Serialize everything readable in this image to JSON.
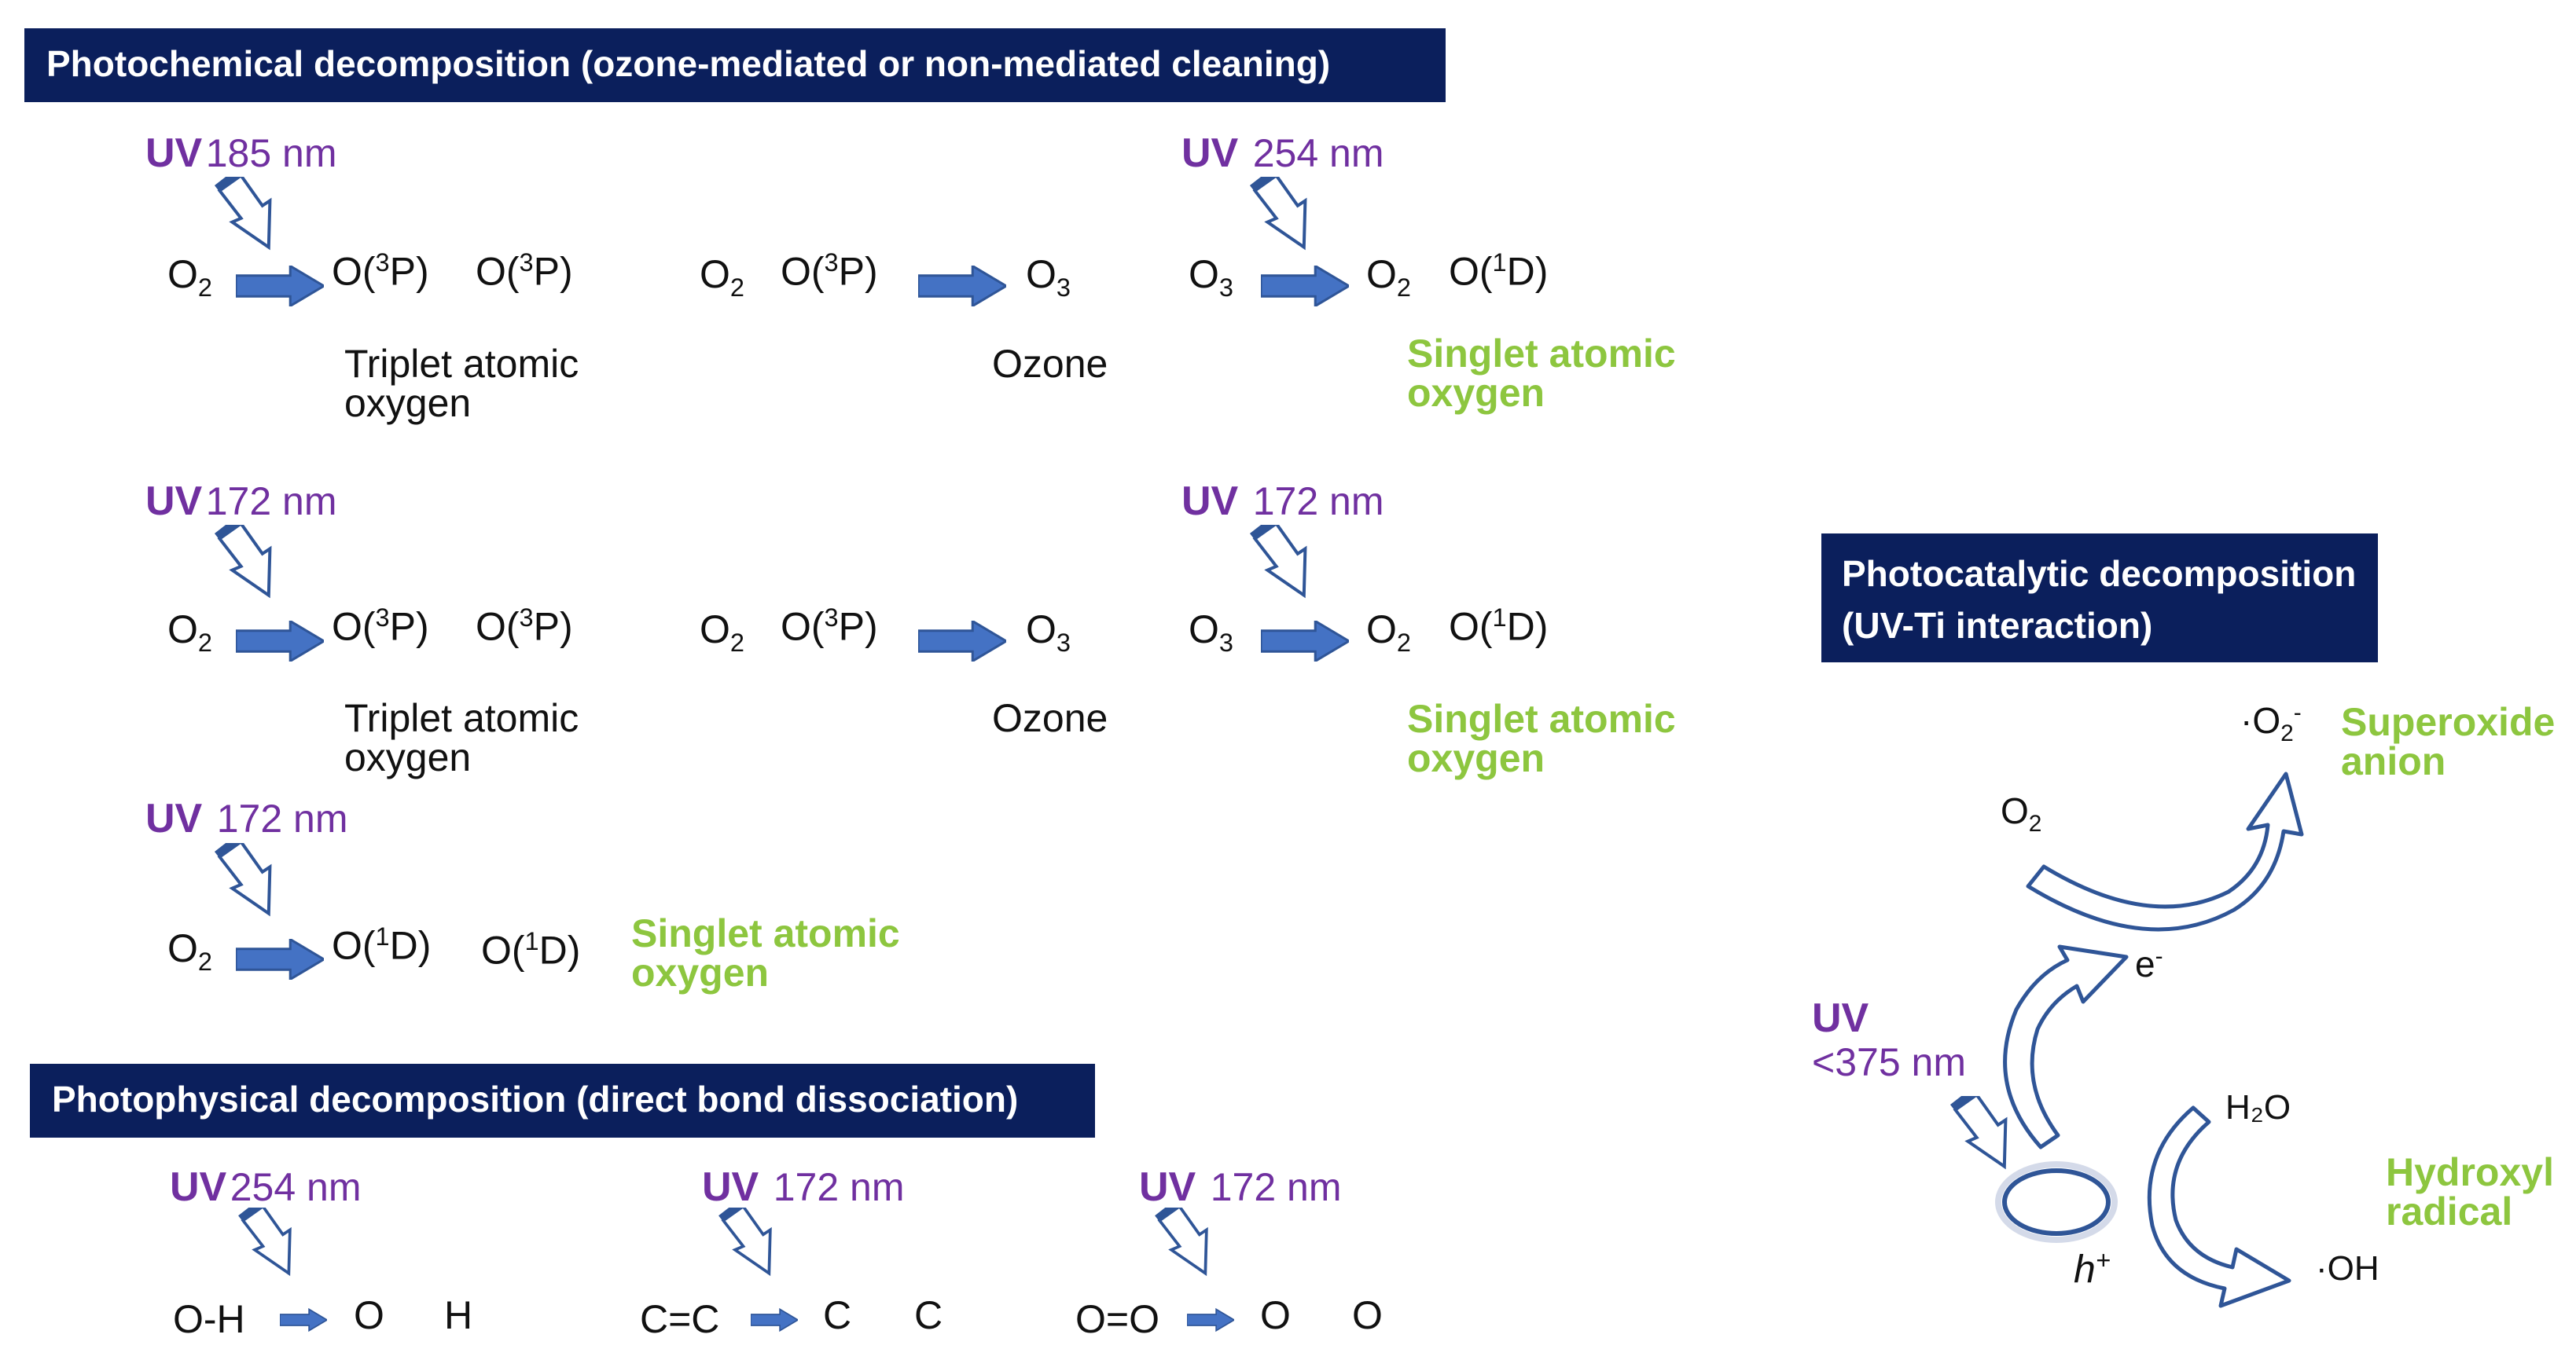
{
  "sections": {
    "photochemical_title": "Photochemical decomposition (ozone-mediated or non-mediated cleaning)",
    "photophysical_title": "Photophysical decomposition (direct bond dissociation)",
    "photocatalytic_title_line1": "Photocatalytic decomposition",
    "photocatalytic_title_line2": "(UV-Ti interaction)"
  },
  "uv_label": "UV",
  "photochemical": {
    "row1": {
      "wl_a": "185 nm",
      "wl_b": "254 nm",
      "label_triplet_1": "Triplet atomic",
      "label_triplet_2": "oxygen",
      "label_ozone": "Ozone",
      "label_singlet_1": "Singlet atomic",
      "label_singlet_2": "oxygen"
    },
    "row2": {
      "wl_a": "172 nm",
      "wl_b": "172 nm",
      "label_triplet_1": "Triplet atomic",
      "label_triplet_2": "oxygen",
      "label_ozone": "Ozone",
      "label_singlet_1": "Singlet atomic",
      "label_singlet_2": "oxygen"
    },
    "row3": {
      "wl_a": "172 nm",
      "label_singlet_1": "Singlet atomic",
      "label_singlet_2": "oxygen"
    }
  },
  "photophysical": {
    "oh": {
      "wl": "254 nm",
      "reactant": "O-H",
      "p1": "O",
      "p2": "H"
    },
    "cc": {
      "wl": "172 nm",
      "reactant": "C=C",
      "p1": "C",
      "p2": "C"
    },
    "oo": {
      "wl": "172 nm",
      "reactant": "O=O",
      "p1": "O",
      "p2": "O"
    }
  },
  "photocatalytic": {
    "uv_wl": "<375 nm",
    "electron": "e",
    "electron_sup": "-",
    "hole": "h",
    "hole_sup": "+",
    "superoxide_1": "Superoxide",
    "superoxide_2": "anion",
    "hydroxyl_1": "Hydroxyl",
    "hydroxyl_2": "radical",
    "h2o": "H₂O",
    "oh_radical": "·OH",
    "superoxide_species": "·O",
    "superoxide_sub": "2",
    "superoxide_sup": "-",
    "o2": "O"
  },
  "colors": {
    "banner": "#0b1f5c",
    "uv": "#7030a0",
    "green": "#8dc63f",
    "arrow": "#4472c4",
    "outline": "#2f5597"
  }
}
